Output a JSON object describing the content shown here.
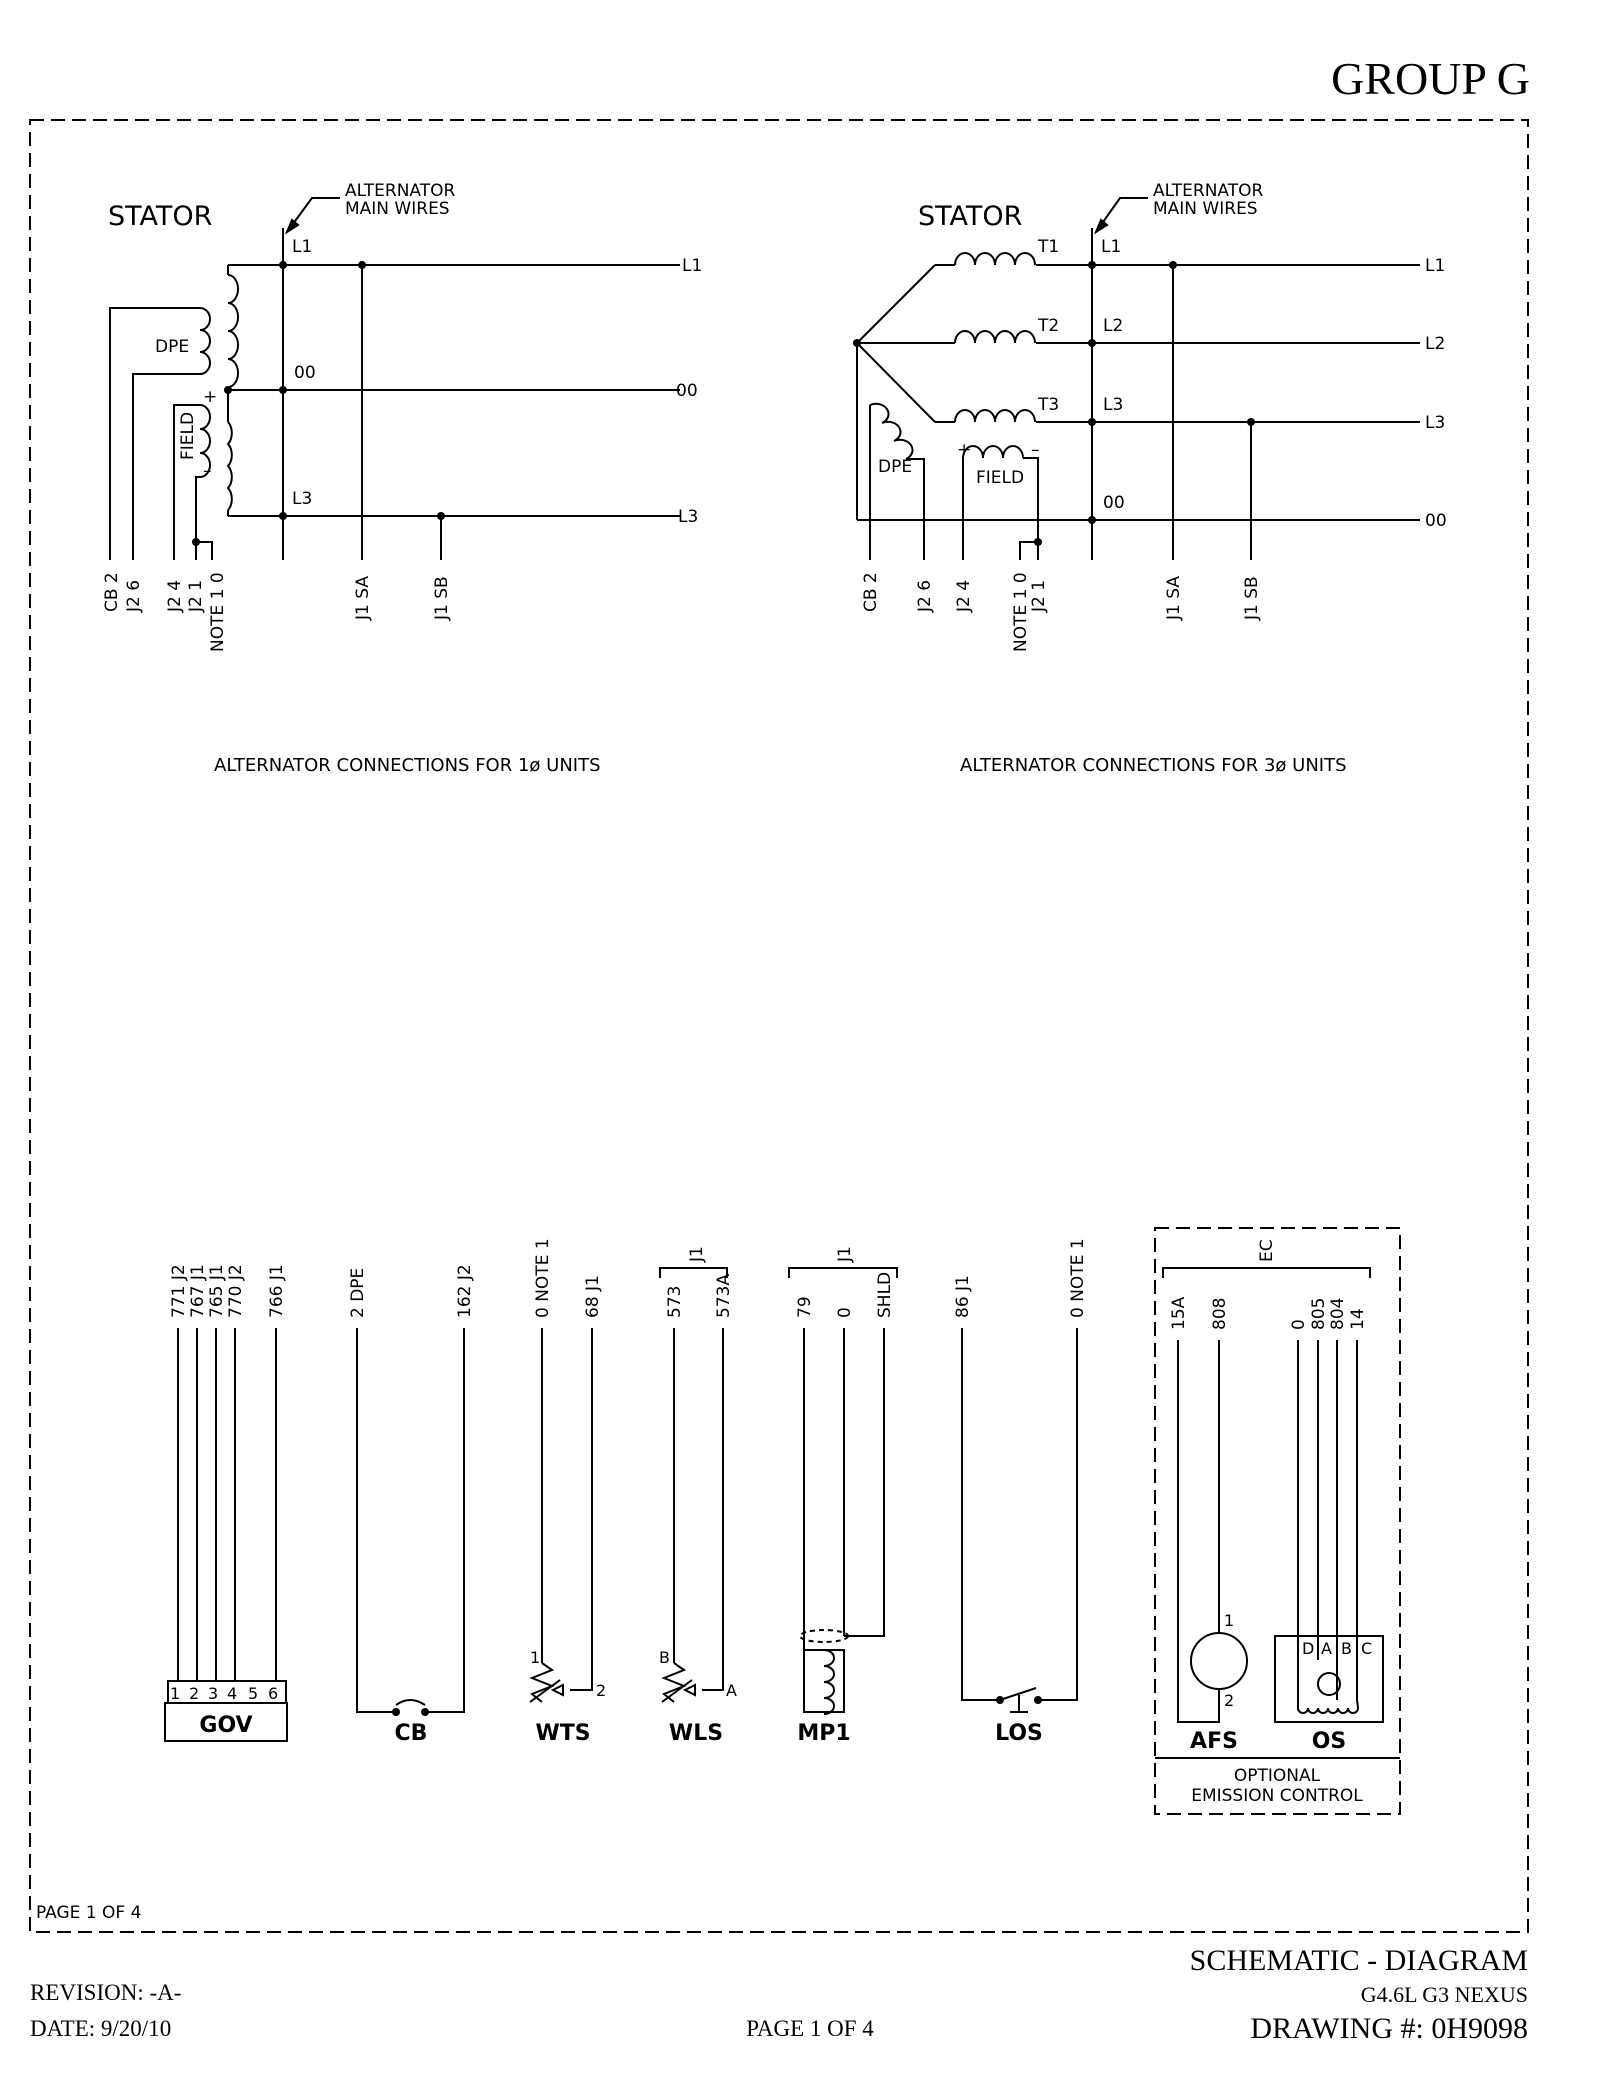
{
  "header": {
    "group": "GROUP G"
  },
  "single_phase": {
    "stator_label": "STATOR",
    "alt_label_1": "ALTERNATOR",
    "alt_label_2": "MAIN WIRES",
    "l1": "L1",
    "l1_out": "L1",
    "oo": "00",
    "oo_out": "00",
    "l3": "L3",
    "l3_out": "L3",
    "dpe": "DPE",
    "field": "FIELD",
    "plus": "+",
    "minus": "–",
    "bottom_labels": [
      "CB 2",
      "J2 6",
      "J2 4",
      "J2 1",
      "NOTE 1 0",
      "J1 SA",
      "J1 SB"
    ],
    "caption": "ALTERNATOR CONNECTIONS FOR 1ø UNITS"
  },
  "three_phase": {
    "stator_label": "STATOR",
    "alt_label_1": "ALTERNATOR",
    "alt_label_2": "MAIN WIRES",
    "t1": "T1",
    "t2": "T2",
    "t3": "T3",
    "l1": "L1",
    "l2": "L2",
    "l3": "L3",
    "oo": "00",
    "l1_out": "L1",
    "l2_out": "L2",
    "l3_out": "L3",
    "oo_out": "00",
    "dpe": "DPE",
    "field": "FIELD",
    "plus": "+",
    "minus": "–",
    "bottom_labels": [
      "CB 2",
      "J2 6",
      "J2 4",
      "NOTE 1 0",
      "J2 1",
      "J1 SA",
      "J1 SB"
    ],
    "caption": "ALTERNATOR CONNECTIONS FOR 3ø UNITS"
  },
  "components": {
    "gov": {
      "label": "GOV",
      "wires": [
        "771 J2",
        "767 J1",
        "765 J1",
        "770 J2",
        "766 J1"
      ],
      "pins": [
        "1",
        "2",
        "3",
        "4",
        "5",
        "6"
      ]
    },
    "cb": {
      "label": "CB",
      "wires": [
        "2 DPE",
        "162 J2"
      ]
    },
    "wts": {
      "label": "WTS",
      "wires": [
        "0 NOTE 1",
        "68 J1"
      ],
      "pin1": "1",
      "pin2": "2"
    },
    "wls": {
      "label": "WLS",
      "bracket": "J1",
      "wires": [
        "573",
        "573A"
      ],
      "pinB": "B",
      "pinA": "A"
    },
    "mp1": {
      "label": "MP1",
      "bracket": "J1",
      "wires": [
        "79",
        "0",
        "SHLD"
      ]
    },
    "los": {
      "label": "LOS",
      "wires": [
        "86 J1",
        "0 NOTE 1"
      ]
    },
    "ec": {
      "bracket": "EC",
      "afs_label": "AFS",
      "afs_wires": [
        "15A",
        "808"
      ],
      "afs_pin1": "1",
      "afs_pin2": "2",
      "os_label": "OS",
      "os_wires": [
        "0",
        "805",
        "804",
        "14"
      ],
      "os_pins": [
        "D",
        "A",
        "B",
        "C"
      ],
      "note_1": "OPTIONAL",
      "note_2": "EMISSION CONTROL"
    }
  },
  "frame": {
    "page_note": "PAGE 1 OF 4"
  },
  "title_block": {
    "revision": "REVISION: -A-",
    "date": "DATE: 9/20/10",
    "page": "PAGE 1 OF 4",
    "title": "SCHEMATIC - DIAGRAM",
    "model": "G4.6L G3 NEXUS",
    "drawing": "DRAWING #: 0H9098"
  }
}
